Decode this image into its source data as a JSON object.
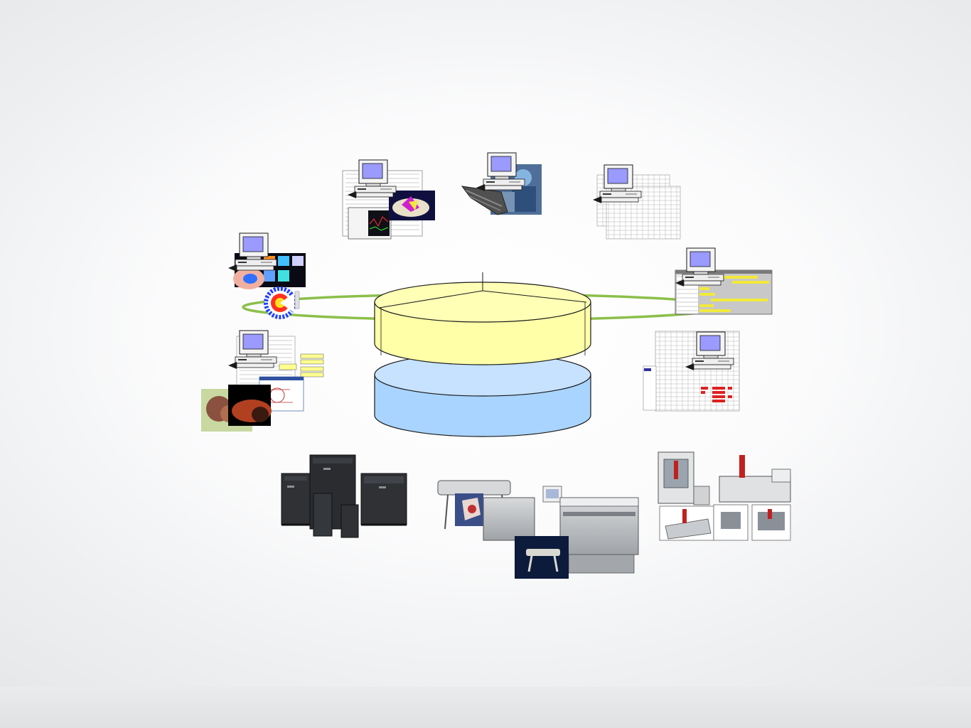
{
  "palette": {
    "ring": "#8cbf4a",
    "db_top_fill": "#ffffa8",
    "db_bottom_fill": "#a9d4ff",
    "monitor_screen": "#9a9aff",
    "outline": "#1a1a1a",
    "highlight_yellow": "#f2e93a",
    "highlight_red": "#e02020",
    "equipment_dark": "#2f3135"
  },
  "diagram": {
    "central_storage": {
      "upper_disk": "shared-database-icon",
      "lower_disk": "archive-storage-icon"
    },
    "workstations": [
      {
        "id": "cad-documents",
        "icon": "workstation-icon",
        "attachments": [
          "drawing-sheet-icon",
          "3d-model-icon",
          "chart-window-icon"
        ]
      },
      {
        "id": "operator",
        "icon": "workstation-icon",
        "attachments": [
          "worker-photo-icon",
          "machine-part-icon"
        ]
      },
      {
        "id": "tables",
        "icon": "workstation-icon",
        "attachments": [
          "spreadsheet-icon"
        ]
      },
      {
        "id": "simulation",
        "icon": "workstation-icon",
        "attachments": [
          "3d-part-icon",
          "fea-model-icon"
        ]
      },
      {
        "id": "schedule",
        "icon": "workstation-icon",
        "attachments": [
          "gantt-window-icon"
        ]
      },
      {
        "id": "pipeline",
        "icon": "workstation-icon",
        "attachments": [
          "form-sheet-icon",
          "pipeline-photo-icon",
          "schematic-icon"
        ]
      },
      {
        "id": "reports",
        "icon": "workstation-icon",
        "attachments": [
          "report-table-icon"
        ]
      }
    ],
    "equipment": [
      {
        "id": "servers",
        "icon": "server-cabinets-icon"
      },
      {
        "id": "plotters",
        "icon": "plotter-scanner-icon"
      },
      {
        "id": "cnc",
        "icon": "cnc-machines-icon"
      }
    ]
  }
}
